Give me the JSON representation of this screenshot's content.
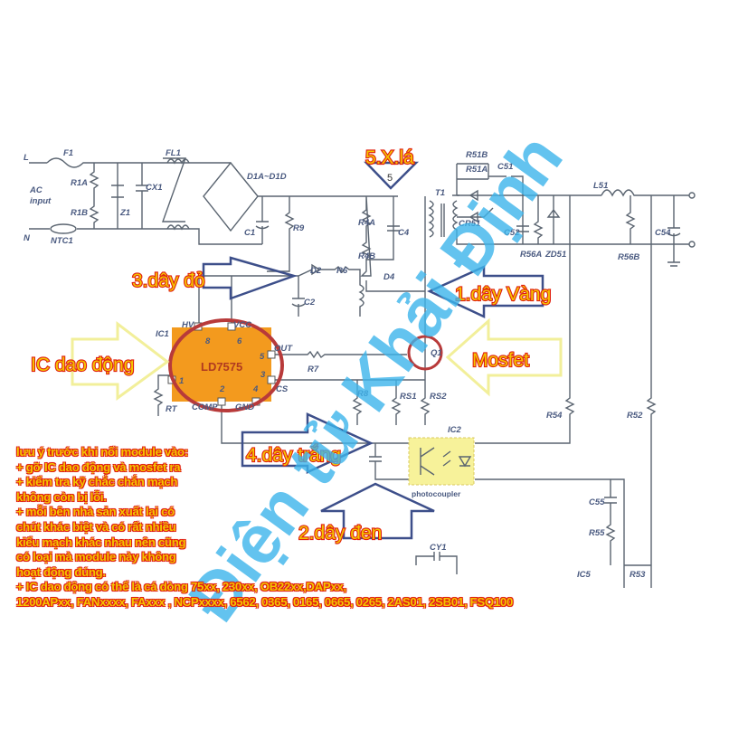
{
  "components": {
    "L": "L",
    "N": "N",
    "ac_input_1": "AC",
    "ac_input_2": "input",
    "F1": "F1",
    "R1A": "R1A",
    "R1B": "R1B",
    "Z1": "Z1",
    "CX1": "CX1",
    "FL1": "FL1",
    "NTC1": "NTC1",
    "D1": "D1A~D1D",
    "C1": "C1",
    "R9": "R9",
    "R4A": "R4A",
    "R4B": "R4B",
    "C4": "C4",
    "D4": "D4",
    "T1": "T1",
    "pin5": "5",
    "R51B": "R51B",
    "R51A": "R51A",
    "C51": "C51",
    "CR51": "CR51",
    "C52": "C52",
    "R56A": "R56A",
    "ZD51": "ZD51",
    "L51": "L51",
    "R56B": "R56B",
    "C54": "C54",
    "D2": "D2",
    "R6": "R6",
    "C2": "C2",
    "IC1": "IC1",
    "ic_name": "LD7575",
    "HV": "HV",
    "VCC": "VCC",
    "OUT": "OUT",
    "CS": "CS",
    "COMP": "COMP",
    "GND": "GND",
    "RT": "RT",
    "p8": "8",
    "p6": "6",
    "p5": "5",
    "p3": "3",
    "p1": "1",
    "p2": "2",
    "p4": "4",
    "R7": "R7",
    "R8": "R8",
    "Q1": "Q1",
    "RS1": "RS1",
    "RS2": "RS2",
    "R54": "R54",
    "R52": "R52",
    "IC2": "IC2",
    "photocoupler": "photocoupler",
    "CY1": "CY1",
    "C55": "C55",
    "R55": "R55",
    "IC5": "IC5",
    "R53": "R53"
  },
  "callouts": {
    "wire5": "5.X.lá",
    "wire3": "3.dây đỏ",
    "wire1": "1.dây Vàng",
    "ic": "IC dao động",
    "mosfet": "Mosfet",
    "wire4": "4.dây trắng",
    "wire2": "2.dây đen"
  },
  "note_lines": [
    "lưu ý trước khi nối module vào:",
    "+ gỡ IC dao động và mosfet ra",
    "+ kiểm tra kỹ chắc chắn mạch",
    "không còn bị lỗi.",
    "+ mỗi bên nhà sản xuất lại có",
    "chút khác biệt và có rất nhiều",
    "kiểu mạch khác nhau nên cũng",
    "có loại mà module này không",
    "hoạt động đúng.",
    "+ IC dao động có thể là cá dòng 75xx, 230xx, OB22xx,DAPxx,",
    "1200APxx, FANxxxx, FAxxx , NCPxxxx, 6562, 0365, 0165, 0665, 0265, 2AS01, 2SB01, FSQ100"
  ],
  "watermark": "Điện tử Khải Định",
  "colors": {
    "ic_fill": "#f39a1e",
    "highlight": "#b83a3a",
    "callout_text": "#f4c400",
    "callout_stroke": "#e02010",
    "watermark": "#3cb4eb"
  }
}
